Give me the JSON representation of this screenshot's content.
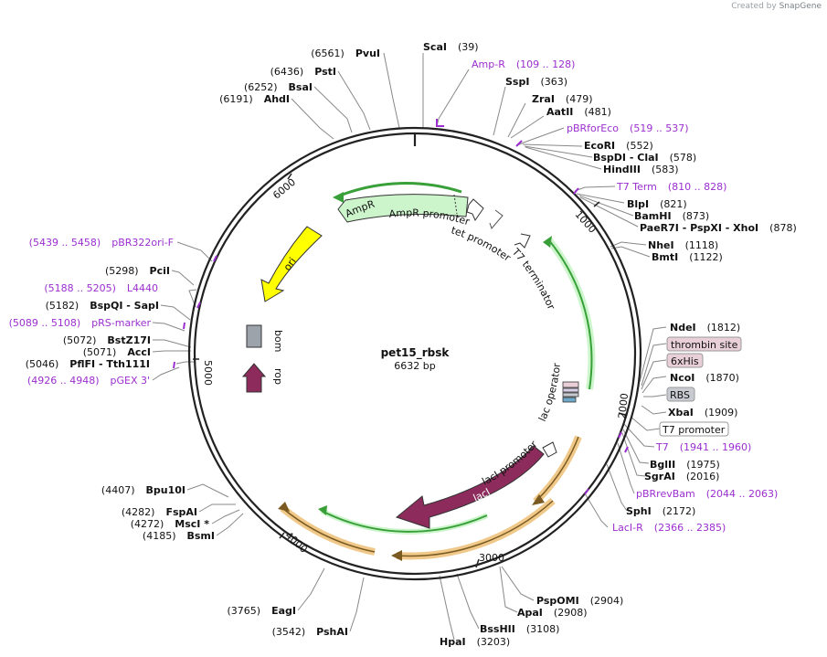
{
  "brand": {
    "created_by": "Created by",
    "app": "SnapGene"
  },
  "plasmid": {
    "name": "pet15_rbsk",
    "length": "6632 bp"
  },
  "ticks": [
    "1000",
    "2000",
    "3000",
    "4000",
    "5000",
    "6000"
  ],
  "enzymes": [
    {
      "id": "scai",
      "name": "ScaI",
      "pos": "(39)"
    },
    {
      "id": "sspi",
      "name": "SspI",
      "pos": "(363)"
    },
    {
      "id": "zrai",
      "name": "ZraI",
      "pos": "(479)"
    },
    {
      "id": "aatii",
      "name": "AatII",
      "pos": "(481)"
    },
    {
      "id": "ecori",
      "name": "EcoRI",
      "pos": "(552)"
    },
    {
      "id": "bspdi",
      "name": "BspDI - ClaI",
      "pos": "(578)"
    },
    {
      "id": "hindiii",
      "name": "HindIII",
      "pos": "(583)"
    },
    {
      "id": "blpi",
      "name": "BlpI",
      "pos": "(821)"
    },
    {
      "id": "bamhi",
      "name": "BamHI",
      "pos": "(873)"
    },
    {
      "id": "paer7i",
      "name": "PaeR7I - PspXI - XhoI",
      "pos": "(878)"
    },
    {
      "id": "nhei",
      "name": "NheI",
      "pos": "(1118)"
    },
    {
      "id": "bmti",
      "name": "BmtI",
      "pos": "(1122)"
    },
    {
      "id": "ndei",
      "name": "NdeI",
      "pos": "(1812)"
    },
    {
      "id": "ncoi",
      "name": "NcoI",
      "pos": "(1870)"
    },
    {
      "id": "xbai",
      "name": "XbaI",
      "pos": "(1909)"
    },
    {
      "id": "bglii",
      "name": "BglII",
      "pos": "(1975)"
    },
    {
      "id": "sgrai",
      "name": "SgrAI",
      "pos": "(2016)"
    },
    {
      "id": "sphi",
      "name": "SphI",
      "pos": "(2172)"
    },
    {
      "id": "pspomi",
      "name": "PspOMI",
      "pos": "(2904)"
    },
    {
      "id": "apai",
      "name": "ApaI",
      "pos": "(2908)"
    },
    {
      "id": "bsshii",
      "name": "BssHII",
      "pos": "(3108)"
    },
    {
      "id": "hpai",
      "name": "HpaI",
      "pos": "(3203)"
    },
    {
      "id": "pshai",
      "name": "PshAI",
      "pos": "(3542)"
    },
    {
      "id": "eagi",
      "name": "EagI",
      "pos": "(3765)"
    },
    {
      "id": "bsmi",
      "name": "BsmI",
      "pos": "(4185)"
    },
    {
      "id": "msci",
      "name": "MscI *",
      "pos": "(4272)"
    },
    {
      "id": "fspai",
      "name": "FspAI",
      "pos": "(4282)"
    },
    {
      "id": "bpu10i",
      "name": "Bpu10I",
      "pos": "(4407)"
    },
    {
      "id": "pflfi",
      "name": "PflFI - Tth111I",
      "pos": "(5046)"
    },
    {
      "id": "acci",
      "name": "AccI",
      "pos": "(5071)"
    },
    {
      "id": "bstz17i",
      "name": "BstZ17I",
      "pos": "(5072)"
    },
    {
      "id": "bspqi",
      "name": "BspQI - SapI",
      "pos": "(5182)"
    },
    {
      "id": "pcii",
      "name": "PciI",
      "pos": "(5298)"
    },
    {
      "id": "ahdi",
      "name": "AhdI",
      "pos": "(6191)"
    },
    {
      "id": "bsai",
      "name": "BsaI",
      "pos": "(6252)"
    },
    {
      "id": "psti",
      "name": "PstI",
      "pos": "(6436)"
    },
    {
      "id": "pvui",
      "name": "PvuI",
      "pos": "(6561)"
    }
  ],
  "primers": [
    {
      "id": "amp-r",
      "name": "Amp-R",
      "range": "(109 .. 128)"
    },
    {
      "id": "pbrforeco",
      "name": "pBRforEco",
      "range": "(519 .. 537)"
    },
    {
      "id": "t7-term",
      "name": "T7 Term",
      "range": "(810 .. 828)"
    },
    {
      "id": "t7",
      "name": "T7",
      "range": "(1941 .. 1960)"
    },
    {
      "id": "pbrrevbam",
      "name": "pBRrevBam",
      "range": "(2044 .. 2063)"
    },
    {
      "id": "laci-r",
      "name": "LacI-R",
      "range": "(2366 .. 2385)"
    },
    {
      "id": "pgex3",
      "name": "pGEX 3'",
      "range": "(4926 .. 4948)"
    },
    {
      "id": "prs-marker",
      "name": "pRS-marker",
      "range": "(5089 .. 5108)"
    },
    {
      "id": "l4440",
      "name": "L4440",
      "range": "(5188 .. 5205)"
    },
    {
      "id": "pbr322ori-f",
      "name": "pBR322ori-F",
      "range": "(5439 .. 5458)"
    }
  ],
  "features": {
    "thrombin_site": "thrombin site",
    "his6": "6xHis",
    "rbs": "RBS",
    "t7_promoter_box": "T7 promoter",
    "ampr": "AmpR",
    "ampr_promoter": "AmpR promoter",
    "tet_promoter": "tet promoter",
    "t7_terminator": "T7 terminator",
    "lac_operator": "lac operator",
    "laci_promoter": "lacI promoter",
    "laci": "lacI",
    "ori": "ori",
    "bom": "bom",
    "rop": "rop"
  },
  "colors": {
    "backbone": "#222222",
    "primer": "#9b2fcf",
    "ampr_fill": "#ccf5cc",
    "arrow_green": "#39a039",
    "laci_fill": "#8c2b5c",
    "ori_fill": "#ffff00",
    "bom_fill": "#9da3ab",
    "rop_fill": "#8c2b5c",
    "orange": "#f0c98a",
    "thrombin_fill": "#e8cfd8",
    "rbs_fill": "#c7cbd1"
  }
}
